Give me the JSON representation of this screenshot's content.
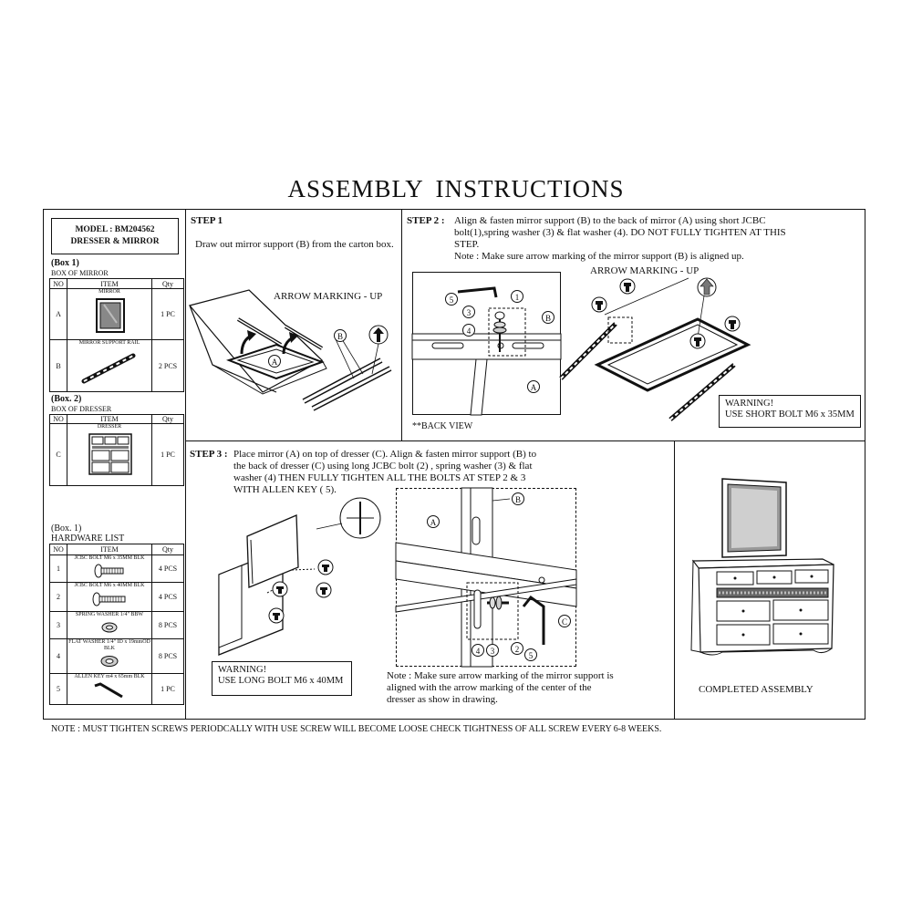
{
  "title": "ASSEMBLY  INSTRUCTIONS",
  "model": {
    "line1": "MODEL   :   BM204562",
    "line2": "DRESSER & MIRROR"
  },
  "box1": {
    "heading": "(Box 1)",
    "sub": "BOX OF MIRROR",
    "headers": [
      "NO",
      "ITEM",
      "Qty"
    ],
    "rows": [
      {
        "no": "A",
        "item": "MIRROR",
        "qty": "1 PC"
      },
      {
        "no": "B",
        "item": "MIRROR SUPPORT RAIL",
        "qty": "2 PCS"
      }
    ]
  },
  "box2": {
    "heading": "(Box. 2)",
    "sub": "BOX OF DRESSER",
    "headers": [
      "NO",
      "ITEM",
      "Qty"
    ],
    "rows": [
      {
        "no": "C",
        "item": "DRESSER",
        "qty": "1 PC"
      }
    ]
  },
  "hardware": {
    "heading": "(Box. 1)",
    "sub": "HARDWARE LIST",
    "headers": [
      "NO",
      "ITEM",
      "Qty"
    ],
    "rows": [
      {
        "no": "1",
        "item": "JCBC BOLT M6 x 35MM BLK",
        "qty": "4 PCS"
      },
      {
        "no": "2",
        "item": "JCBC BOLT M6 x 40MM BLK",
        "qty": "4 PCS"
      },
      {
        "no": "3",
        "item": "SPRING WASHER 1/4\" BBW",
        "qty": "8 PCS"
      },
      {
        "no": "4",
        "item": "FLAT WASHER 1/4\" ID x 19mmOD BLK",
        "qty": "8 PCS"
      },
      {
        "no": "5",
        "item": "ALLEN KEY m4 x 65mm BLK",
        "qty": "1 PC"
      }
    ]
  },
  "step1": {
    "label": "STEP 1",
    "text": "Draw out mirror support (B) from the carton box.",
    "arrow_label": "ARROW MARKING - UP"
  },
  "step2": {
    "label": "STEP 2 :",
    "line1": "Align & fasten mirror support (B) to the back of mirror (A) using short JCBC",
    "line2": "bolt(1),spring washer (3) & flat washer (4). DO NOT FULLY TIGHTEN AT THIS",
    "line3": "STEP.",
    "note": "Note : Make sure arrow marking of the mirror support (B) is aligned up.",
    "arrow_label": "ARROW MARKING - UP",
    "back_view": "**BACK VIEW",
    "warning_line1": "WARNING!",
    "warning_line2": "USE SHORT BOLT M6 x 35MM"
  },
  "step3": {
    "label": "STEP 3 :",
    "line1": "Place mirror (A) on top of dresser (C). Align & fasten mirror support (B) to",
    "line2": "the back of dresser (C) using long JCBC bolt (2) , spring washer (3) & flat",
    "line3": "washer (4) THEN FULLY TIGHTEN ALL THE BOLTS AT STEP 2 & 3",
    "line4": "WITH ALLEN KEY ( 5).",
    "warning_line1": "WARNING!",
    "warning_line2": "USE LONG BOLT M6 x 40MM",
    "note_line1": "Note : Make sure arrow marking of the mirror support is",
    "note_line2": "aligned with the arrow marking of the center of the",
    "note_line3": "dresser as show in drawing."
  },
  "completed": "COMPLETED ASSEMBLY",
  "footer": "NOTE : MUST TIGHTEN SCREWS PERIODCALLY WITH USE SCREW WILL BECOME LOOSE CHECK TIGHTNESS OF ALL SCREW EVERY 6-8 WEEKS.",
  "callouts": {
    "a": "A",
    "b": "B",
    "c": "C",
    "n1": "1",
    "n2": "2",
    "n3": "3",
    "n4": "4",
    "n5": "5"
  }
}
